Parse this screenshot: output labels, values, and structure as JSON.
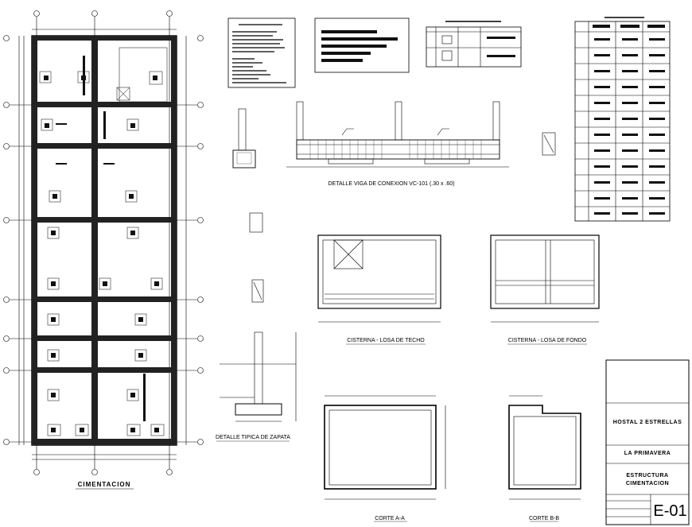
{
  "plan": {
    "title": "CIMENTACION"
  },
  "beam_detail": {
    "title": "DETALLE VIGA DE CONEXION VC-101 (.30 x .60)"
  },
  "cistern": {
    "roof_title": "CISTERNA - LOSA DE TECHO",
    "floor_title": "CISTERNA - LOSA DE FONDO"
  },
  "footing": {
    "title": "DETALLE TIPICA DE ZAPATA"
  },
  "sections": {
    "a": "CORTE A-A",
    "b": "CORTE B-B"
  },
  "title_block": {
    "project": "HOSTAL 2 ESTRELLAS",
    "location": "LA PRIMAVERA",
    "content": "ESTRUCTURA CIMENTACION",
    "sheet": "E-01"
  },
  "colors": {
    "ink": "#000000",
    "paper": "#ffffff",
    "fill": "#111111"
  }
}
